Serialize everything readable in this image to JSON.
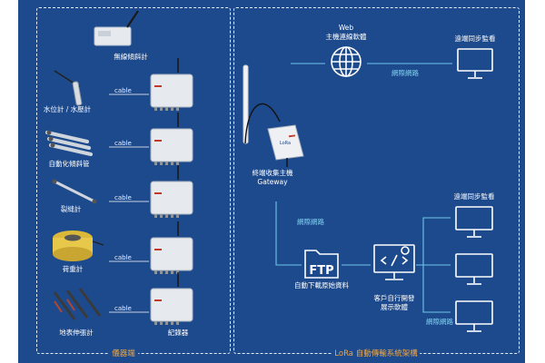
{
  "sections": {
    "instruments": "儀器端",
    "system": "LoRa 自動傳輸系統架構"
  },
  "sensors": [
    {
      "name": "無線傾斜計",
      "icon": "wireless-tiltmeter-icon"
    },
    {
      "name": "水位計 / 水壓計",
      "icon": "water-level-meter-icon"
    },
    {
      "name": "自動化傾斜管",
      "icon": "inclinometer-tube-icon"
    },
    {
      "name": "裂縫計",
      "icon": "crack-meter-icon"
    },
    {
      "name": "荷重計",
      "icon": "load-cell-icon"
    },
    {
      "name": "地表伸張計",
      "icon": "extensometer-icon"
    }
  ],
  "cable_label": "cable",
  "logger_label": "紀錄器",
  "gateway": {
    "line1": "終端收集主機",
    "line2": "Gateway",
    "badge": "LoRa"
  },
  "web_host": {
    "line1": "Web",
    "line2": "主機連線軟體"
  },
  "remote_monitor": "遠端同步監看",
  "network_label": "網際網路",
  "ftp": {
    "text": "FTP",
    "caption": "自動下載原始資料"
  },
  "custom_software": {
    "line1": "客戶自行開發",
    "line2": "展示軟體"
  },
  "colors": {
    "panel": "#1d4a8c",
    "accent": "#f4a640",
    "link": "#6ec6ea",
    "text": "#ffffff"
  }
}
